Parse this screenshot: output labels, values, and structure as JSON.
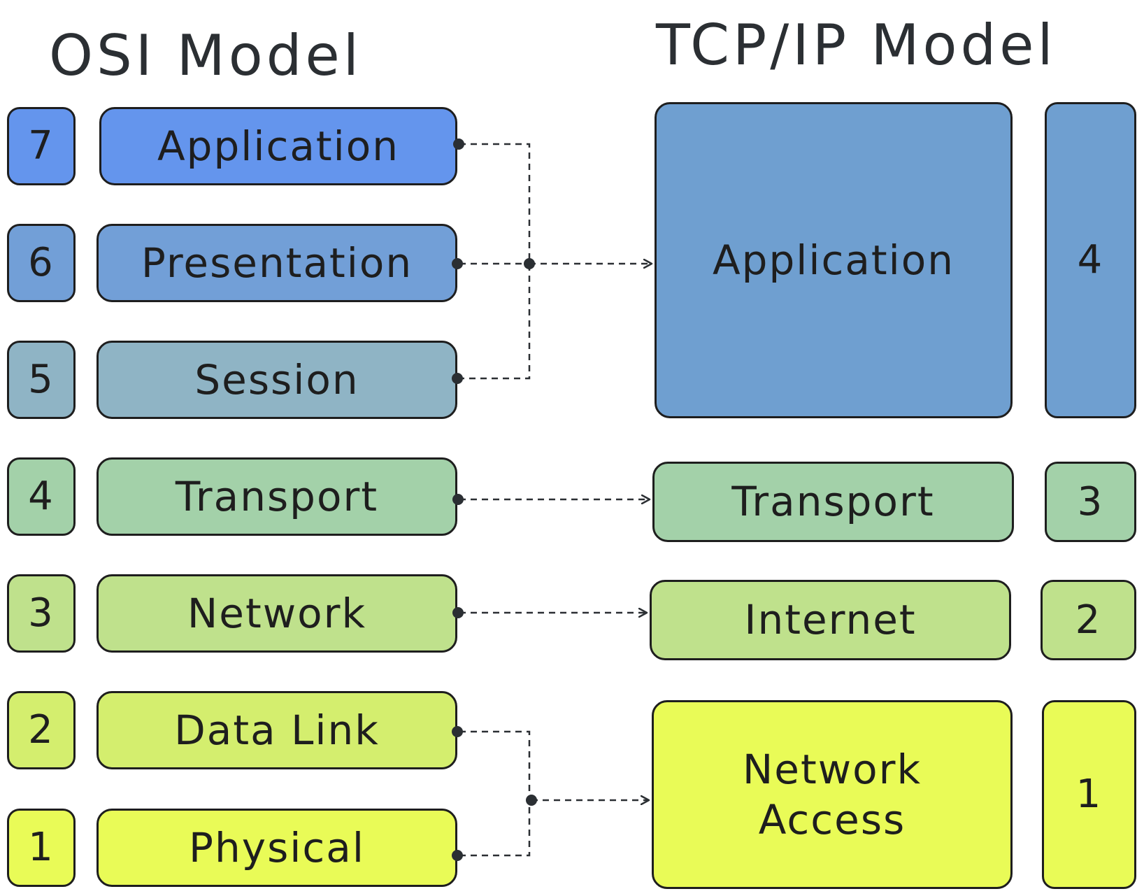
{
  "titles": {
    "osi": "OSI Model",
    "tcpip": "TCP/IP Model"
  },
  "osi_layers": [
    {
      "number": "7",
      "name": "Application",
      "color": "#6495ed"
    },
    {
      "number": "6",
      "name": "Presentation",
      "color": "#729fd7"
    },
    {
      "number": "5",
      "name": "Session",
      "color": "#8fb4c5"
    },
    {
      "number": "4",
      "name": "Transport",
      "color": "#a3d1a9"
    },
    {
      "number": "3",
      "name": "Network",
      "color": "#bfe18c"
    },
    {
      "number": "2",
      "name": "Data Link",
      "color": "#d4ee6e"
    },
    {
      "number": "1",
      "name": "Physical",
      "color": "#e9fb57"
    }
  ],
  "tcpip_layers": [
    {
      "number": "4",
      "name": "Application",
      "color": "#6f9fd0"
    },
    {
      "number": "3",
      "name": "Transport",
      "color": "#a3d1a9"
    },
    {
      "number": "2",
      "name": "Internet",
      "color": "#bfe18c"
    },
    {
      "number": "1",
      "name_line1": "Network",
      "name_line2": "Access",
      "color": "#e9fb57"
    }
  ],
  "mappings": [
    {
      "from": [
        "Application",
        "Presentation",
        "Session"
      ],
      "to": "Application"
    },
    {
      "from": [
        "Transport"
      ],
      "to": "Transport"
    },
    {
      "from": [
        "Network"
      ],
      "to": "Internet"
    },
    {
      "from": [
        "Data Link",
        "Physical"
      ],
      "to": "Network Access"
    }
  ]
}
